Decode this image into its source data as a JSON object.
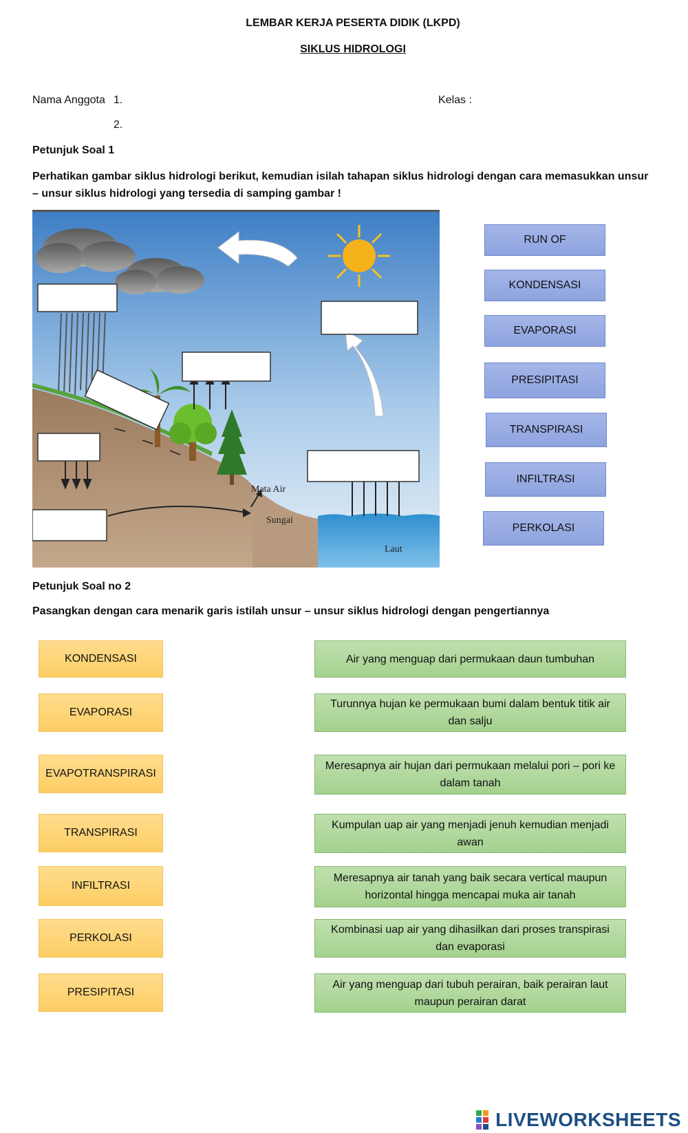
{
  "header": {
    "title": "LEMBAR KERJA PESERTA DIDIK (LKPD)",
    "subtitle": "SIKLUS HIDROLOGI"
  },
  "identity": {
    "name_label": "Nama Anggota",
    "line1": "1.",
    "line2": "2.",
    "class_label": "Kelas :"
  },
  "section1": {
    "heading": "Petunjuk Soal 1",
    "instruction": "Perhatikan gambar siklus hidrologi berikut, kemudian isilah tahapan siklus hidrologi dengan cara  memasukkan unsur – unsur siklus hidrologi yang tersedia di samping gambar !",
    "diagram_labels": {
      "spring": "Mata Air",
      "river": "Sungai",
      "sea": "Laut"
    },
    "options": [
      "RUN OF",
      "KONDENSASI",
      "EVAPORASI",
      "PRESIPITASI",
      "TRANSPIRASI",
      "INFILTRASI",
      "PERKOLASI"
    ]
  },
  "section2": {
    "heading": "Petunjuk Soal no 2",
    "instruction": "Pasangkan dengan cara menarik garis istilah unsur – unsur siklus hidrologi dengan pengertiannya",
    "terms": [
      "KONDENSASI",
      "EVAPORASI",
      "EVAPOTRANSPIRASI",
      "TRANSPIRASI",
      "INFILTRASI",
      "PERKOLASI",
      "PRESIPITASI"
    ],
    "definitions": [
      "Air yang menguap dari permukaan daun tumbuhan",
      "Turunnya hujan ke permukaan bumi dalam bentuk titik air dan salju",
      "Meresapnya air hujan dari permukaan melalui pori – pori ke dalam tanah",
      "Kumpulan uap air yang menjadi jenuh kemudian menjadi awan",
      "Meresapnya air tanah yang baik secara vertical maupun horizontal hingga mencapai muka air tanah",
      "Kombinasi uap air yang dihasilkan dari proses transpirasi dan evaporasi",
      "Air yang menguap dari tubuh perairan, baik perairan laut maupun perairan darat"
    ]
  },
  "footer": {
    "logo_text": "LIVEWORKSHEETS"
  }
}
